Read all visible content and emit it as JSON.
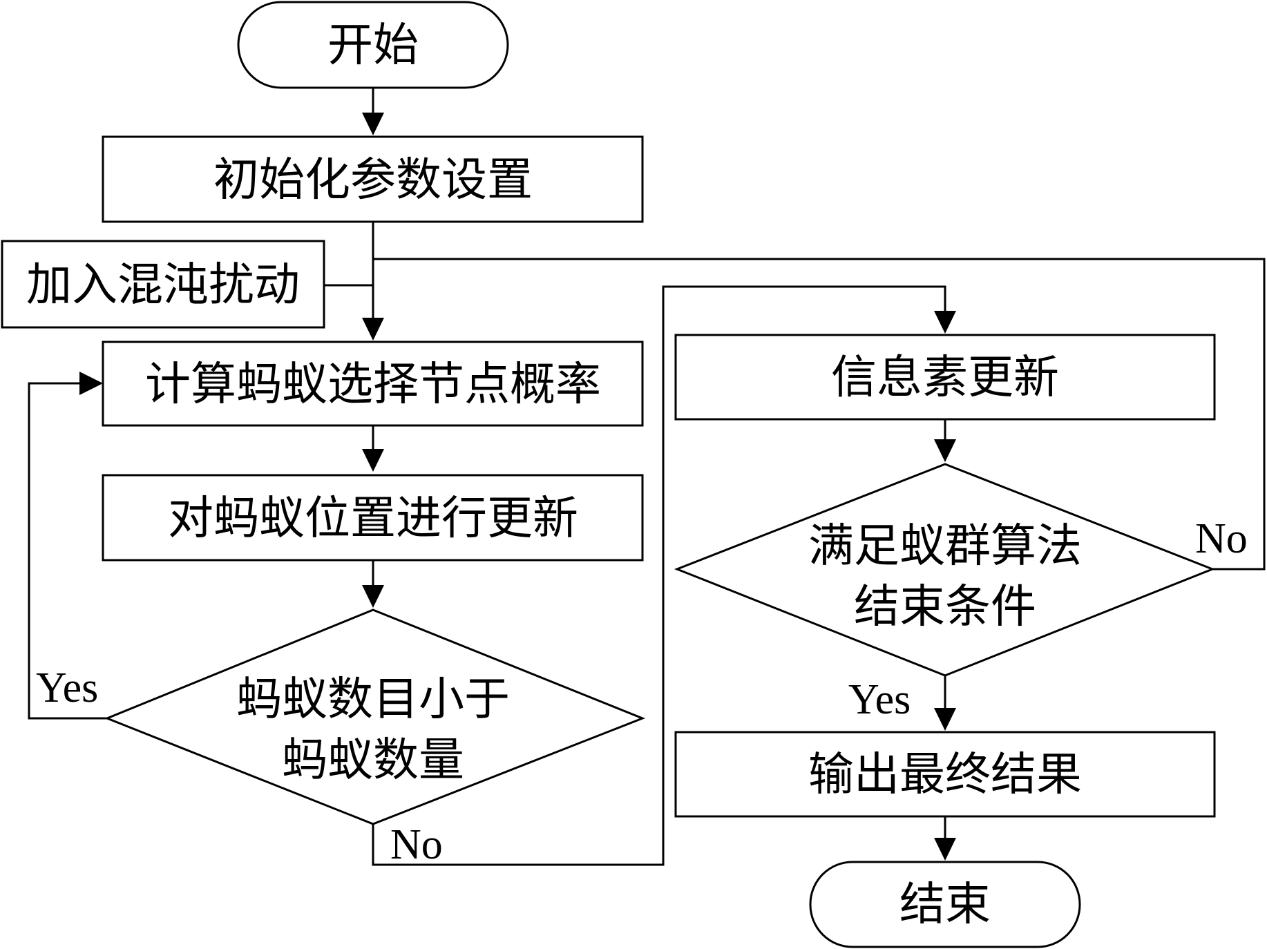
{
  "nodes": {
    "start": "开始",
    "init": "初始化参数设置",
    "chaos": "加入混沌扰动",
    "probability": "计算蚂蚁选择节点概率",
    "update_position": "对蚂蚁位置进行更新",
    "ant_check_line1": "蚂蚁数目小于",
    "ant_check_line2": "蚂蚁数量",
    "pheromone": "信息素更新",
    "end_check_line1": "满足蚁群算法",
    "end_check_line2": "结束条件",
    "output": "输出最终结果",
    "end": "结束"
  },
  "branch_labels": {
    "ant_check_yes": "Yes",
    "ant_check_no": "No",
    "end_check_no": "No",
    "end_check_yes": "Yes"
  },
  "colors": {
    "stroke": "#000000",
    "background": "#ffffff"
  }
}
